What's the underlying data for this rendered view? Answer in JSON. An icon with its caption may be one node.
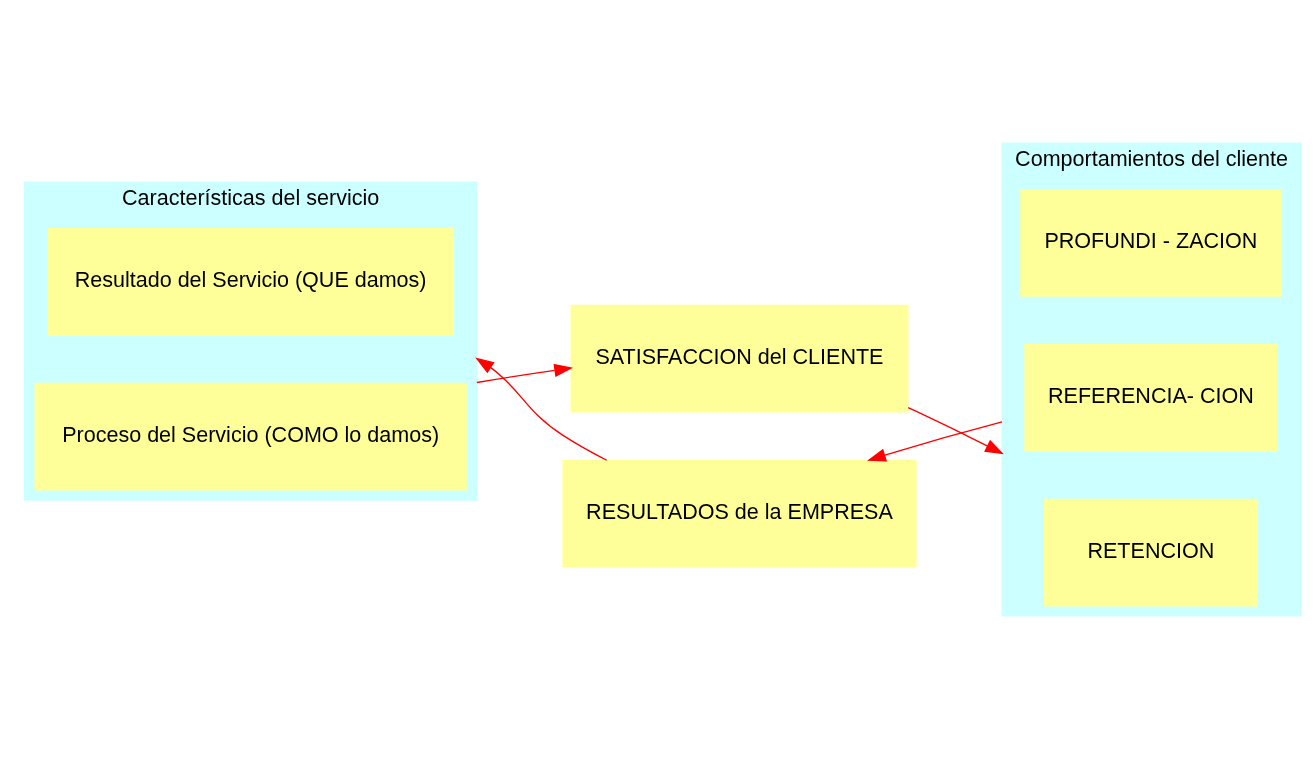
{
  "diagram": {
    "nodes": [
      {
        "text": [
          "Características del servicio"
        ]
      },
      {
        "text": [
          "Resultado del Servicio (QUE damos)"
        ],
        "in": 0
      },
      {
        "text": [
          "Proceso del Servicio (COMO lo damos)"
        ],
        "in": 0
      },
      {
        "text": [
          "SATISFACCION del CLIENTE"
        ]
      },
      {
        "text": [
          "Comportamientos del cliente"
        ]
      },
      {
        "text": [
          "RETENCION"
        ],
        "in": 4
      },
      {
        "text": [
          "PROFUNDI - ZACION"
        ],
        "in": 4
      },
      {
        "text": [
          "REFERENCIA- CION"
        ],
        "in": 4
      },
      {
        "text": [
          "RESULTADOS de la EMPRESA"
        ]
      }
    ],
    "edges": [
      {
        "from": 0,
        "to": 3,
        "arrow": "to"
      },
      {
        "from": 3,
        "to": 4,
        "arrow": "to"
      },
      {
        "from": 4,
        "to": 8,
        "arrow": "to"
      },
      {
        "from": 8,
        "to": 0,
        "arrow": "to"
      }
    ]
  }
}
